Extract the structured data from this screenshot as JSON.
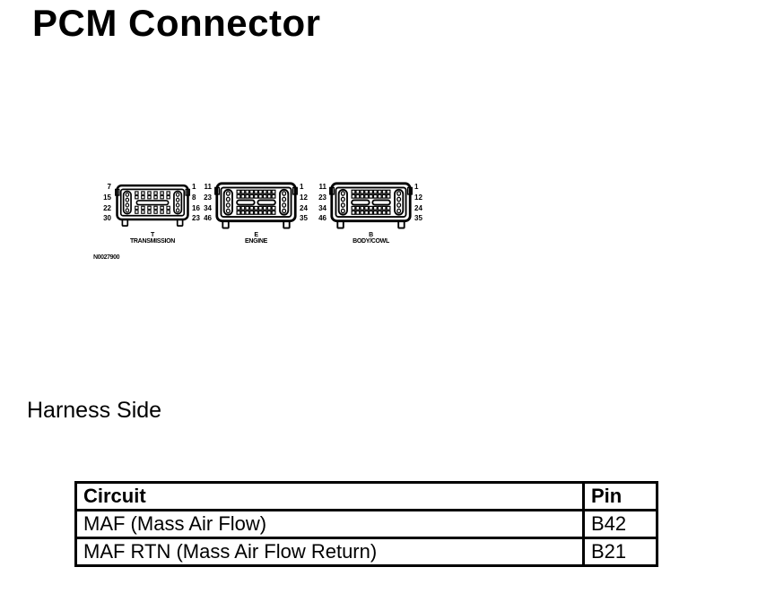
{
  "page": {
    "title": "PCM Connector",
    "section_label": "Harness Side",
    "figure_code": "N0027900"
  },
  "connectors": [
    {
      "id_letter": "T",
      "name": "TRANSMISSION",
      "left_pins": [
        "7",
        "15",
        "22",
        "30"
      ],
      "right_pins": [
        "1",
        "8",
        "16",
        "23"
      ]
    },
    {
      "id_letter": "E",
      "name": "ENGINE",
      "left_pins": [
        "11",
        "23",
        "34",
        "46"
      ],
      "right_pins": [
        "1",
        "12",
        "24",
        "35"
      ]
    },
    {
      "id_letter": "B",
      "name": "BODY/COWL",
      "left_pins": [
        "11",
        "23",
        "34",
        "46"
      ],
      "right_pins": [
        "1",
        "12",
        "24",
        "35"
      ]
    }
  ],
  "table": {
    "headers": [
      "Circuit",
      "Pin"
    ],
    "rows": [
      {
        "circuit": "MAF (Mass Air Flow)",
        "pin": "B42"
      },
      {
        "circuit": "MAF RTN (Mass Air Flow Return)",
        "pin": "B21"
      }
    ]
  },
  "colors": {
    "ink": "#000000",
    "paper": "#ffffff"
  }
}
